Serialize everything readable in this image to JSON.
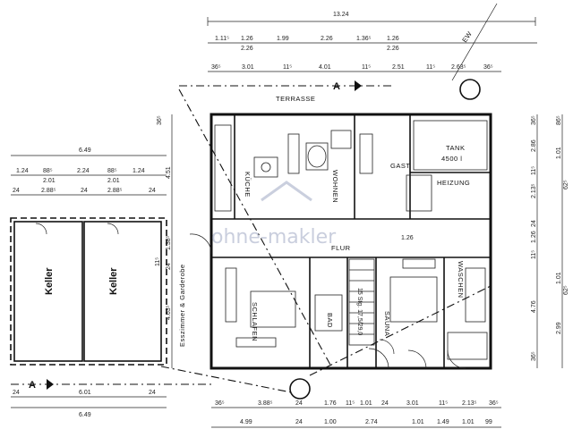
{
  "watermark": "ohne-makler",
  "compass_label": "EW",
  "section_marker": "A",
  "labels": {
    "terrasse": "TERRASSE",
    "kueche": "KÜCHE",
    "wohnen": "WOHNEN",
    "gast": "GAST",
    "tank_1": "TANK",
    "tank_2": "4500 l",
    "heizung": "HEIZUNG",
    "flur": "FLUR",
    "schlafen": "SCHLAFEN",
    "bad": "BAD",
    "sauna": "SAUNA",
    "waschen": "WASCHEN",
    "esszimmer": "Esszimmer & Garderobe",
    "keller_1": "Keller",
    "keller_2": "Keller",
    "stair": "15 Stg. 17,5/29,0"
  },
  "dimensions": {
    "top_total": "13.24",
    "top_row2": [
      "1.11⁵",
      "1.26",
      "1.99",
      "2.26",
      "1.36⁵",
      "1.26"
    ],
    "top_row2b": [
      "2.26",
      "2.26"
    ],
    "top_row3": [
      "36⁵",
      "3.01",
      "11⁵",
      "4.01",
      "11⁵",
      "2.51",
      "11⁵",
      "2.63⁵",
      "36⁵"
    ],
    "left_width": "6.49",
    "left_row2": [
      "1.24",
      "88⁵",
      "2.24",
      "88⁵",
      "1.24"
    ],
    "left_row3": [
      "2.01",
      "2.01"
    ],
    "left_row4": [
      "24",
      "2.88⁵",
      "24",
      "2.88⁵",
      "24"
    ],
    "left_vert": [
      "36⁵",
      "4.51",
      "11⁵",
      "1.38⁵",
      "24",
      "4.63⁵"
    ],
    "bottom_left": [
      "24",
      "6.01",
      "24"
    ],
    "bottom_left_total": "6.49",
    "bottom_row1": [
      "36⁵",
      "3.88⁵",
      "24",
      "1.76",
      "11⁵",
      "1.01",
      "24",
      "3.01",
      "11⁵",
      "2.13⁵",
      "36⁵"
    ],
    "bottom_row2": [
      "4.99",
      "24",
      "1.00",
      "2.74",
      "1.01",
      "1.49",
      "1.01",
      "99"
    ],
    "right_a": [
      "36⁵",
      "2.86",
      "11⁵",
      "2.13⁵",
      "24",
      "1.26",
      "11⁵",
      "4.76",
      "36⁵"
    ],
    "right_b": [
      "86⁵",
      "1.01",
      "62⁵",
      "1.01",
      "62⁵",
      "2.99"
    ],
    "inner": [
      "1.26"
    ]
  }
}
